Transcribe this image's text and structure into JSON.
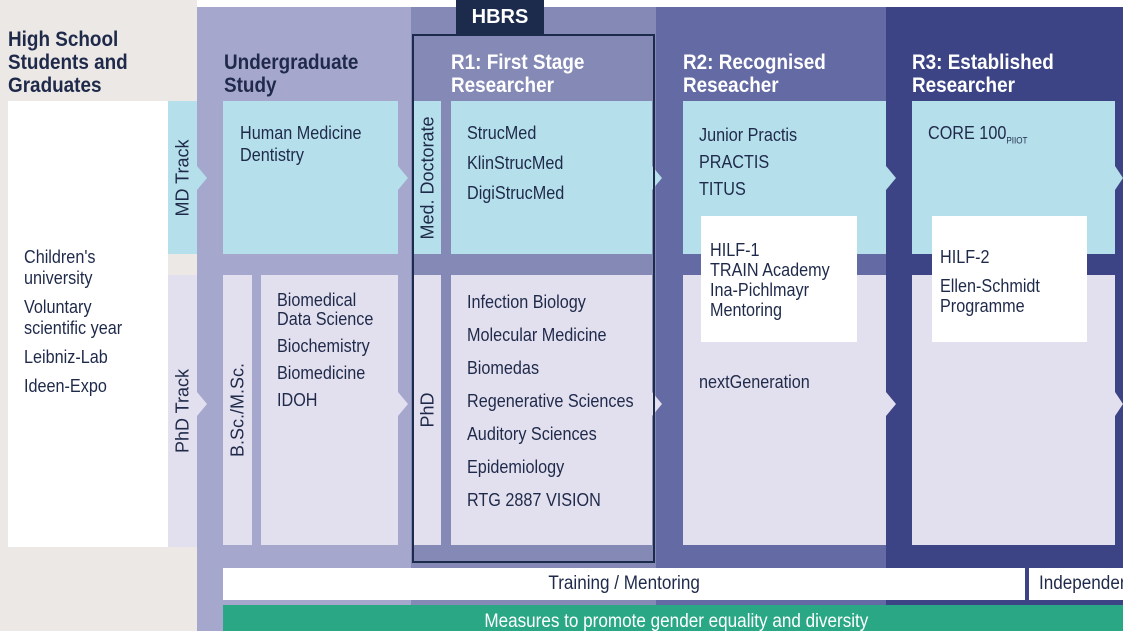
{
  "hbrs_label": "HBRS",
  "columns": {
    "highschool": {
      "title_lines": [
        "High School",
        "Students and",
        "Graduates"
      ],
      "items": [
        "Children's university",
        "Voluntary scientific year",
        "Leibniz-Lab",
        "Ideen-Expo"
      ]
    },
    "undergrad": {
      "title_lines": [
        "Undergraduate",
        "Study"
      ],
      "md_items": [
        "Human Medicine",
        "Dentistry"
      ],
      "phd_items": [
        "Biomedical Data Science",
        "Biochemistry",
        "Biomedicine",
        "IDOH"
      ],
      "bsc_label": "B.Sc./M.Sc."
    },
    "r1": {
      "title_lines": [
        "R1: First Stage",
        "Researcher"
      ],
      "med_doctorate_label": "Med. Doctorate",
      "phd_label": "PhD",
      "md_items": [
        "StrucMed",
        "KlinStrucMed",
        "DigiStrucMed"
      ],
      "phd_items": [
        "Infection Biology",
        "Molecular Medicine",
        "Biomedas",
        "Regenerative Sciences",
        "Auditory Sciences",
        "Epidemiology",
        "RTG 2887 VISION"
      ]
    },
    "r2": {
      "title_lines": [
        "R2: Recognised",
        "Reseacher"
      ],
      "md_items": [
        "Junior Practis",
        "PRACTIS",
        "TITUS"
      ],
      "box_items": [
        "HILF-1",
        "TRAIN Academy",
        "Ina-Pichlmayr",
        "Mentoring"
      ],
      "phd_items": [
        "nextGeneration"
      ]
    },
    "r3": {
      "title_lines": [
        "R3: Established",
        "Researcher"
      ],
      "md_item_main": "CORE 100",
      "md_item_sub": "PIIOT",
      "box_items": [
        "HILF-2",
        "Ellen-Schmidt",
        "Programme"
      ]
    }
  },
  "tracks": {
    "md": "MD Track",
    "phd": "PhD Track"
  },
  "bars": {
    "training": "Training / Mentoring",
    "independence": "Independence",
    "gender": "Measures to promote gender equality and diversity"
  },
  "colors": {
    "highschool_bg": "#ebe8e6",
    "undergrad_bg": "#a5a8cc",
    "r1_bg": "#8489b6",
    "r2_bg": "#646aa3",
    "r3_bg": "#3d4486",
    "md_row": "#b5dfea",
    "phd_row": "#e2dfee",
    "gender_bar": "#2aa886",
    "hbrs_border": "#1c2b4c"
  }
}
